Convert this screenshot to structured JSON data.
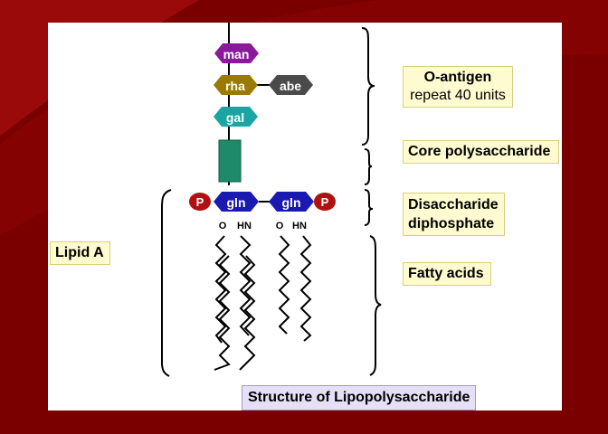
{
  "diagram": {
    "sugars": {
      "man": "man",
      "rha": "rha",
      "abe": "abe",
      "gal": "gal",
      "gln_left": "gln",
      "gln_right": "gln"
    },
    "phosphate_label": "P",
    "atom_labels": {
      "left_o": "O",
      "left_hn": "HN",
      "right_o": "O",
      "right_hn": "HN"
    },
    "callouts": {
      "o_antigen_title": "O-antigen",
      "o_antigen_sub": "repeat 40 units",
      "core": "Core polysaccharide",
      "disaccharide_line1": "Disaccharide",
      "disaccharide_line2": "diphosphate",
      "fatty_acids": "Fatty acids",
      "lipid_a": "Lipid A"
    },
    "caption": "Structure of Lipopolysaccharide",
    "colors": {
      "man": "#8b1a9b",
      "rha": "#9a7a00",
      "abe": "#4a4a4a",
      "gal": "#1aa5a5",
      "core_block": "#1e8a6a",
      "gln": "#1a1ab0",
      "phosphate": "#b01010",
      "background": "#7a0000"
    }
  }
}
